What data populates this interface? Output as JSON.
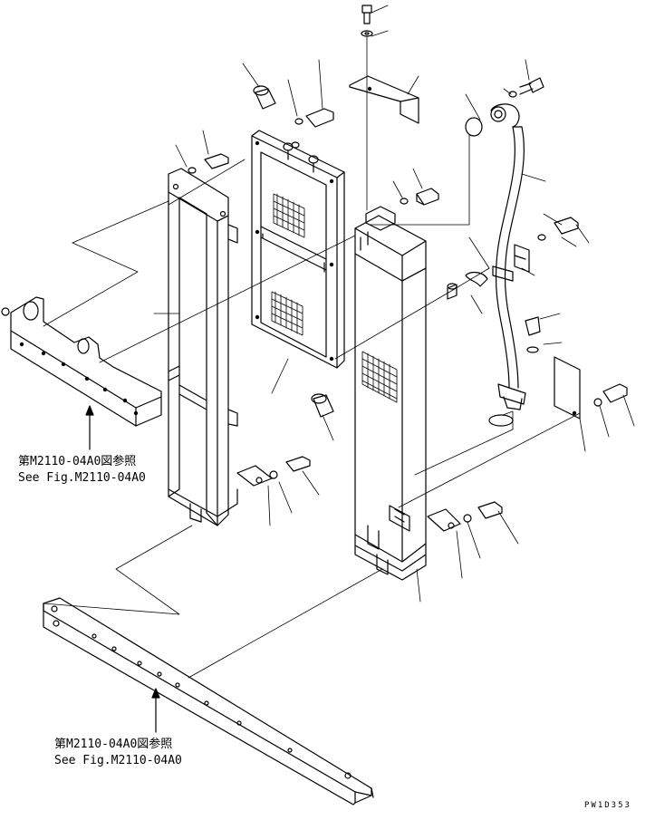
{
  "references": {
    "upper_jp": "第M2110-04A0図参照",
    "upper_en": "See Fig.M2110-04A0",
    "lower_jp": "第M2110-04A0図参照",
    "lower_en": "See Fig.M2110-04A0"
  },
  "drawing_code": "PW1D353",
  "colors": {
    "line": "#000000",
    "background": "#ffffff"
  }
}
